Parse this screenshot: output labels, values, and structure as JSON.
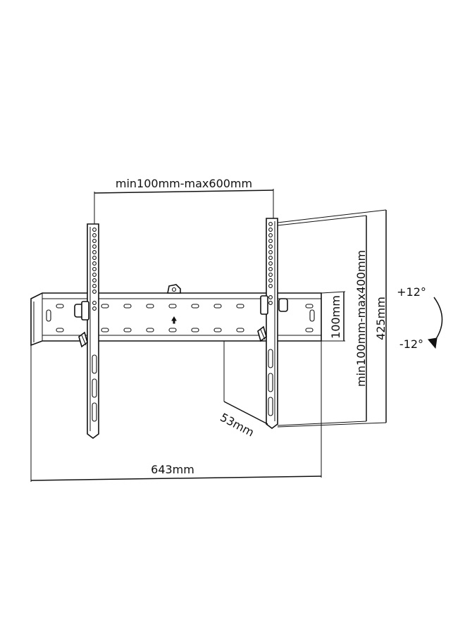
{
  "dimensions": {
    "vesa_width": "min100mm-max600mm",
    "vesa_height": "min100mm-max400mm",
    "rail_height": "100mm",
    "bracket_height": "425mm",
    "depth": "53mm",
    "overall_width": "643mm"
  },
  "tilt": {
    "up": "+12°",
    "down": "-12°"
  },
  "colors": {
    "line": "#111111",
    "background": "#ffffff"
  }
}
